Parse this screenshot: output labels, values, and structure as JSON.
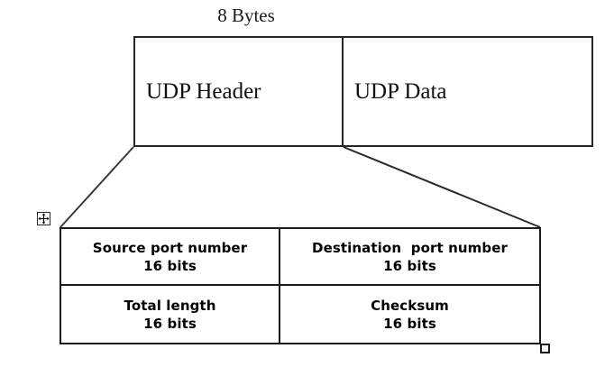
{
  "diagram": {
    "caption": "8 Bytes",
    "packet": {
      "header_label": "UDP Header",
      "data_label": "UDP Data"
    },
    "header_fields": [
      {
        "name": "Source port number",
        "size": "16 bits"
      },
      {
        "name": "Destination  port number",
        "size": "16 bits"
      },
      {
        "name": "Total length",
        "size": "16 bits"
      },
      {
        "name": "Checksum",
        "size": "16 bits"
      }
    ],
    "colors": {
      "stroke": "#1c1c1c",
      "background": "#ffffff",
      "text": "#000000"
    }
  }
}
